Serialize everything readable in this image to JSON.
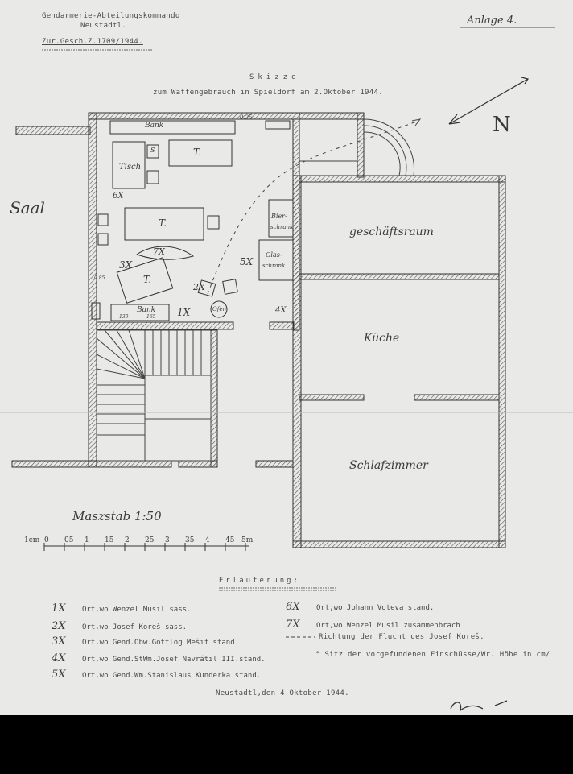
{
  "header": {
    "office_line1": "Gendarmerie-Abteilungskommando",
    "office_line2": "Neustadtl.",
    "reference": "Zur.Gesch.Z.1709/1944.",
    "attachment": "Anlage 4."
  },
  "title": {
    "main": "Skizze",
    "sub": "zum Waffengebrauch in Spieldorf am 2.Oktober 1944."
  },
  "north": "N",
  "rooms": {
    "saal": "Saal",
    "geschaeftsraum": "geschäftsraum",
    "kueche": "Küche",
    "schlafzimmer": "Schlafzimmer"
  },
  "furniture": {
    "bank_top": "Bank",
    "tisch": "Tisch",
    "t1": "T.",
    "t2": "T.",
    "t3": "T.",
    "s": "S",
    "bierschrank_1": "Bier-",
    "bierschrank_2": "schrank",
    "glasschrank_1": "Glas-",
    "glasschrank_2": "schrank",
    "bank_bottom": "Bank",
    "ofen": "Ofen",
    "h1": "0.25",
    "h2": "0.85",
    "h3": "130",
    "h4": "165"
  },
  "markers": {
    "m1": "1X",
    "m2": "2X",
    "m3": "3X",
    "m4": "4X",
    "m5": "5X",
    "m6": "6X",
    "m7": "7X"
  },
  "scale": {
    "label": "Maszstab 1:50",
    "ticks": [
      "1cm",
      "0",
      "05",
      "1",
      "15",
      "2",
      "25",
      "3",
      "35",
      "4",
      "45",
      "5m"
    ]
  },
  "legend": {
    "title": "Erläuterung:",
    "left": [
      {
        "marker": "1X",
        "text": "Ort,wo Wenzel Musil sass."
      },
      {
        "marker": "2X",
        "text": "Ort,wo Josef Koreš sass."
      },
      {
        "marker": "3X",
        "text": "Ort,wo Gend.Obw.Gottlog Mešif stand."
      },
      {
        "marker": "4X",
        "text": "Ort,wo Gend.StWm.Josef Navrátil III.stand."
      },
      {
        "marker": "5X",
        "text": "Ort,wo Gend.Wm.Stanislaus Kunderka stand."
      }
    ],
    "right": [
      {
        "marker": "6X",
        "text": "Ort,wo Johann Voteva stand."
      },
      {
        "marker": "7X",
        "text": "Ort,wo Wenzel Musil zusammenbrach"
      }
    ],
    "flight": "Richtung der Flucht des Josef Koreš.",
    "bullet": "Sitz der vorgefundenen Einschüsse/Wr. Höhe in cm/"
  },
  "footer": {
    "place_date": "Neustadtl,den 4.Oktober 1944."
  }
}
